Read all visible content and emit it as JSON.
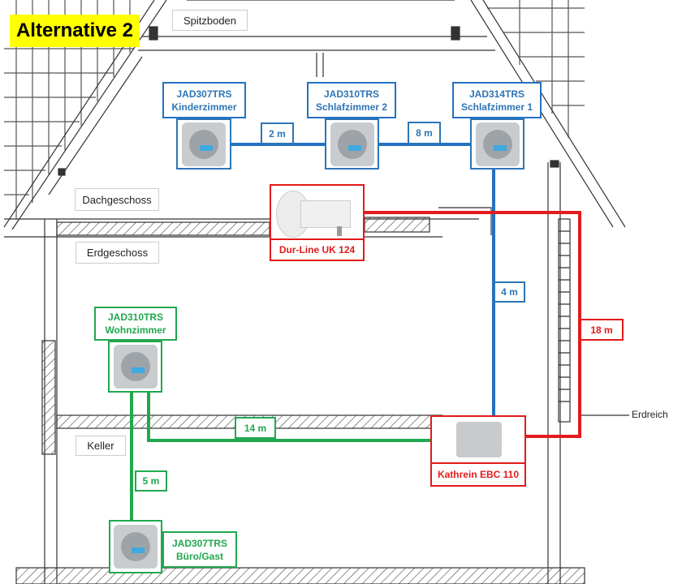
{
  "title": "Alternative 2",
  "floors": {
    "attic": "Spitzboden",
    "top": "Dachgeschoss",
    "ground": "Erdgeschoss",
    "basement": "Keller"
  },
  "outside_label": "Erdreich",
  "sockets": [
    {
      "model": "JAD307TRS",
      "room": "Kinderzimmer"
    },
    {
      "model": "JAD310TRS",
      "room": "Schlafzimmer 2"
    },
    {
      "model": "JAD314TRS",
      "room": "Schlafzimmer 1"
    },
    {
      "model": "JAD310TRS",
      "room": "Wohnzimmer"
    },
    {
      "model": "JAD307TRS",
      "room": "Büro/Gast"
    }
  ],
  "lnb": "Dur-Line UK 124",
  "splitter": "Kathrein EBC 110",
  "cable_lengths": {
    "a": "2 m",
    "b": "8 m",
    "c": "4 m",
    "d": "18 m",
    "e": "14 m",
    "f": "5 m"
  },
  "colors": {
    "blue": "#2272c3",
    "red": "#e21b1b",
    "green": "#21a84f",
    "title_bg": "#ffff00"
  }
}
